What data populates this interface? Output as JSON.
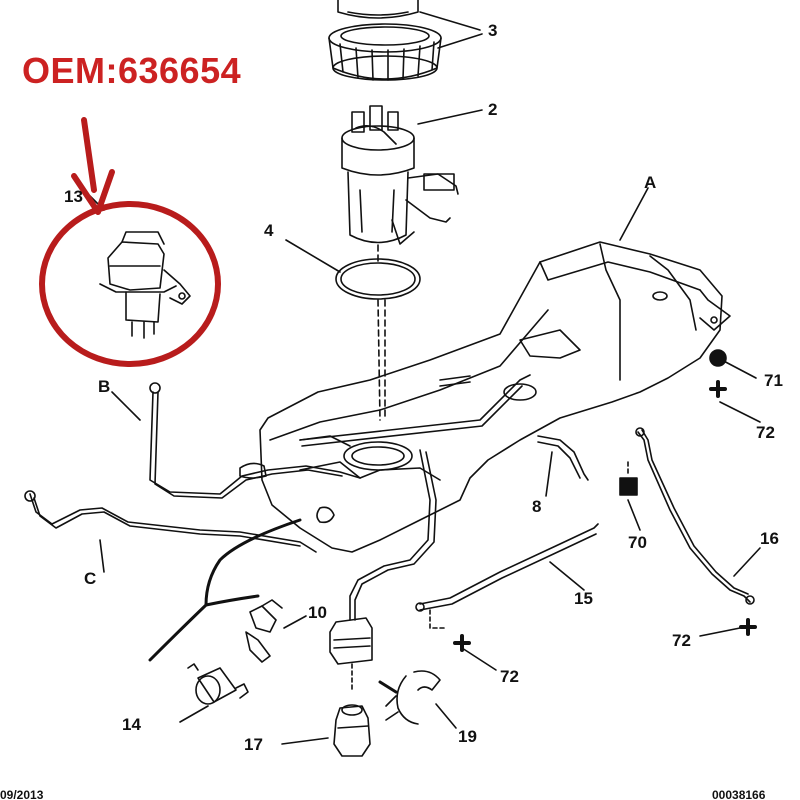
{
  "header": {
    "oem": "OEM:636654"
  },
  "callouts": {
    "n13": "13",
    "n3": "3",
    "n2": "2",
    "n4": "4",
    "nA": "A",
    "nB": "B",
    "nC": "C",
    "n71": "71",
    "n72a": "72",
    "n72b": "72",
    "n72c": "72",
    "n8": "8",
    "n70": "70",
    "n16": "16",
    "n15": "15",
    "n10": "10",
    "n14": "14",
    "n17": "17",
    "n19": "19"
  },
  "footer": {
    "left": "09/2013",
    "right": "00038166"
  },
  "colors": {
    "highlight": "#b81c1c",
    "oem_text": "#cc2222",
    "line": "#111111"
  }
}
